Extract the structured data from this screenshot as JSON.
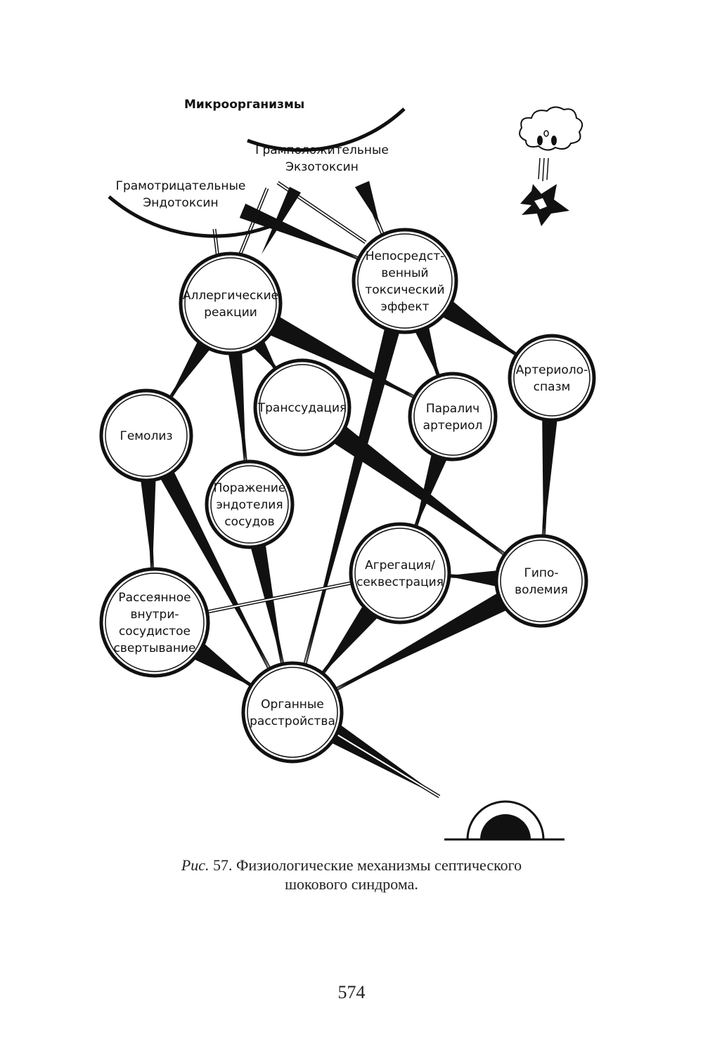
{
  "header": {
    "microorganisms": "Микроорганизмы"
  },
  "sources": {
    "gram_positive": [
      "Грамположительные",
      "Экзотоксин"
    ],
    "gram_negative": [
      "Грамотрицательные",
      "Эндотоксин"
    ]
  },
  "nodes": {
    "allergic": [
      "Аллергические",
      "реакции"
    ],
    "direct_toxic": [
      "Непосредст-",
      "венный",
      "токсический",
      "эффект"
    ],
    "arteriolospasm": [
      "Артериоло-",
      "спазм"
    ],
    "hemolysis": [
      "Гемолиз"
    ],
    "transudation": [
      "Транссудация"
    ],
    "arteriole_paralysis": [
      "Паралич",
      "артериол"
    ],
    "endothelial_damage": [
      "Поражение",
      "эндотелия",
      "сосудов"
    ],
    "aggregation": [
      "Агрегация/",
      "секвестрация"
    ],
    "hypovolemia": [
      "Гипо-",
      "волемия"
    ],
    "dic": [
      "Рассеянное",
      "внутри-",
      "сосудистое",
      "свертывание"
    ],
    "organ_disorders": [
      "Органные",
      "расстройства"
    ]
  },
  "caption": {
    "prefix": "Рис.",
    "line1": " 57. Физиологические механизмы септического",
    "line2": "шокового синдрома."
  },
  "page_number": "574"
}
